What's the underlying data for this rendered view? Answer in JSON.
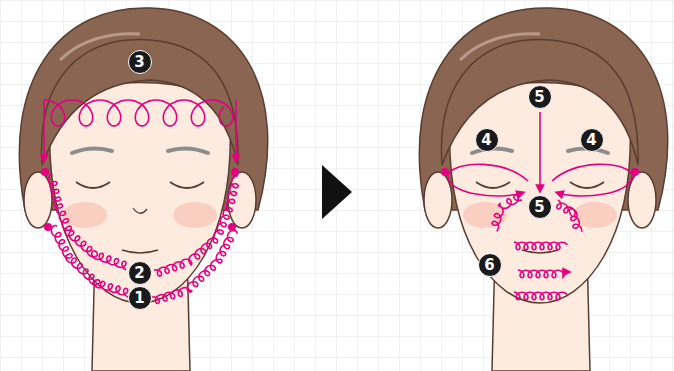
{
  "diagram": {
    "labels": [
      "3",
      "2",
      "1",
      "5",
      "4",
      "4",
      "5",
      "6"
    ]
  }
}
